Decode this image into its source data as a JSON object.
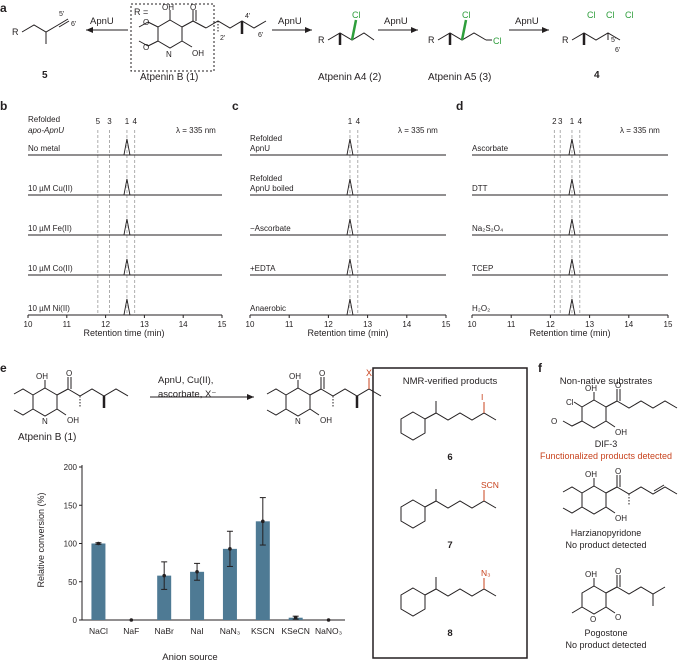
{
  "panel_letters": {
    "a": "a",
    "b": "b",
    "c": "c",
    "d": "d",
    "e": "e",
    "f": "f"
  },
  "scheme": {
    "enzyme": "ApnU",
    "r_label": "R =",
    "r_group_atoms": {
      "oh": "OH",
      "o": "O",
      "n": "N",
      "o1": "O",
      "o2": "O",
      "ohb": "OH"
    },
    "compound_5": {
      "label": "5",
      "positions": [
        "5'",
        "6'"
      ]
    },
    "compound_1": {
      "label": "Atpenin B (1)",
      "positions": [
        "2'",
        "4'",
        "6'"
      ]
    },
    "compound_2": {
      "label": "Atpenin A4 (2)",
      "x": "Cl"
    },
    "compound_3": {
      "label": "Atpenin A5 (3)",
      "x": [
        "Cl",
        "Cl"
      ]
    },
    "compound_4": {
      "label": "4",
      "x": [
        "Cl",
        "Cl",
        "Cl"
      ],
      "positions": [
        "5'",
        "6'"
      ]
    },
    "r": "R"
  },
  "hplc_common": {
    "lambda": "λ = 335 nm",
    "xlabel": "Retention time (min)",
    "ticks": [
      "10",
      "11",
      "12",
      "13",
      "14",
      "15"
    ]
  },
  "panel_b": {
    "header": [
      "Refolded",
      "apo-ApnU"
    ],
    "peak_labels": [
      "5",
      "3",
      "1",
      "4"
    ],
    "traces": [
      "No metal",
      "10 µM Cu(II)",
      "10 µM Fe(II)",
      "10 µM Co(II)",
      "10 µM Ni(II)"
    ]
  },
  "panel_c": {
    "peak_labels": [
      "1",
      "4"
    ],
    "traces": [
      [
        "Refolded",
        "ApnU"
      ],
      [
        "Refolded",
        "ApnU boiled"
      ],
      [
        "−Ascorbate"
      ],
      [
        "+EDTA"
      ],
      [
        "Anaerobic"
      ]
    ]
  },
  "panel_d": {
    "peak_labels": [
      "2",
      "3",
      "1",
      "4"
    ],
    "traces": [
      "Ascorbate",
      "DTT",
      "Na₂S₂O₄",
      "TCEP",
      "H₂O₂"
    ]
  },
  "panel_e": {
    "reaction": {
      "line1": "ApnU, Cu(II),",
      "line2": "ascorbate, X⁻",
      "x": "X",
      "substrate": "Atpenin B (1)"
    },
    "box_title": "NMR-verified products",
    "products": [
      {
        "label": "6",
        "x": "I"
      },
      {
        "label": "7",
        "x": "SCN"
      },
      {
        "label": "8",
        "x": "N₃"
      }
    ]
  },
  "panel_f": {
    "title": "Non-native substrates",
    "items": [
      {
        "name": "DIF-3",
        "result": "Functionalized products detected",
        "result_color": "#c8431e"
      },
      {
        "name": "Harzianopyridone",
        "result": "No product detected",
        "result_color": "#231f20"
      },
      {
        "name": "Pogostone",
        "result": "No product detected",
        "result_color": "#231f20"
      }
    ],
    "atoms": {
      "cl": "Cl",
      "oh": "OH",
      "o": "O"
    }
  },
  "colors": {
    "accent": "#c8431e",
    "green": "#2e9e3c",
    "bar": "#4e7a94",
    "black": "#231f20"
  },
  "chart_data": {
    "type": "bar",
    "categories": [
      "NaCl",
      "NaF",
      "NaBr",
      "NaI",
      "NaN₃",
      "KSCN",
      "KSeCN",
      "NaNO₃"
    ],
    "values": [
      100,
      0,
      58,
      63,
      93,
      129,
      3,
      0
    ],
    "errors": [
      1,
      0,
      18,
      11,
      23,
      31,
      2,
      0
    ],
    "ylabel": "Relative conversion (%)",
    "xlabel": "Anion source",
    "ylim": [
      0,
      200
    ],
    "yticks": [
      "0",
      "50",
      "100",
      "150",
      "200"
    ]
  }
}
